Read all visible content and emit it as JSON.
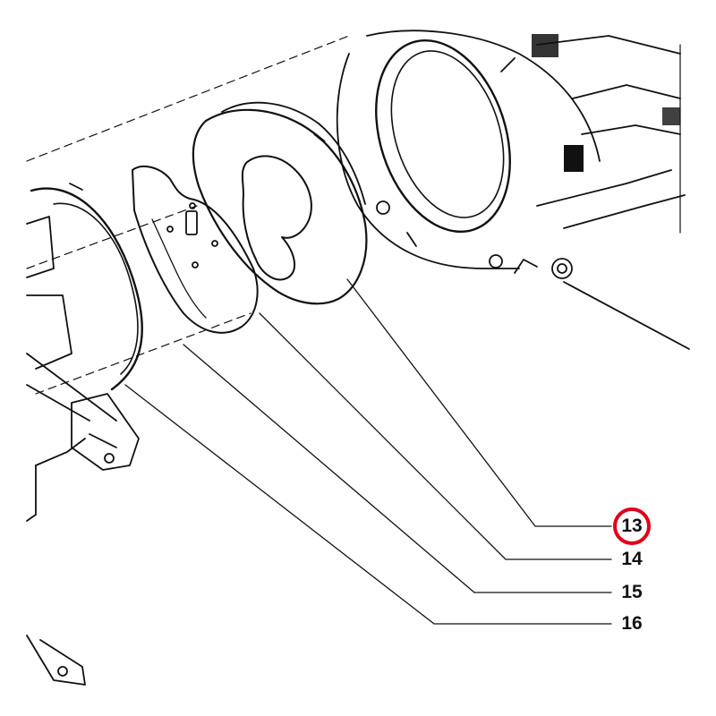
{
  "callouts": [
    {
      "id": "13",
      "label": "13",
      "highlighted": true
    },
    {
      "id": "14",
      "label": "14",
      "highlighted": false
    },
    {
      "id": "15",
      "label": "15",
      "highlighted": false
    },
    {
      "id": "16",
      "label": "16",
      "highlighted": false
    }
  ],
  "colors": {
    "line": "#111111",
    "highlight": "#e0001b",
    "background": "#ffffff"
  }
}
